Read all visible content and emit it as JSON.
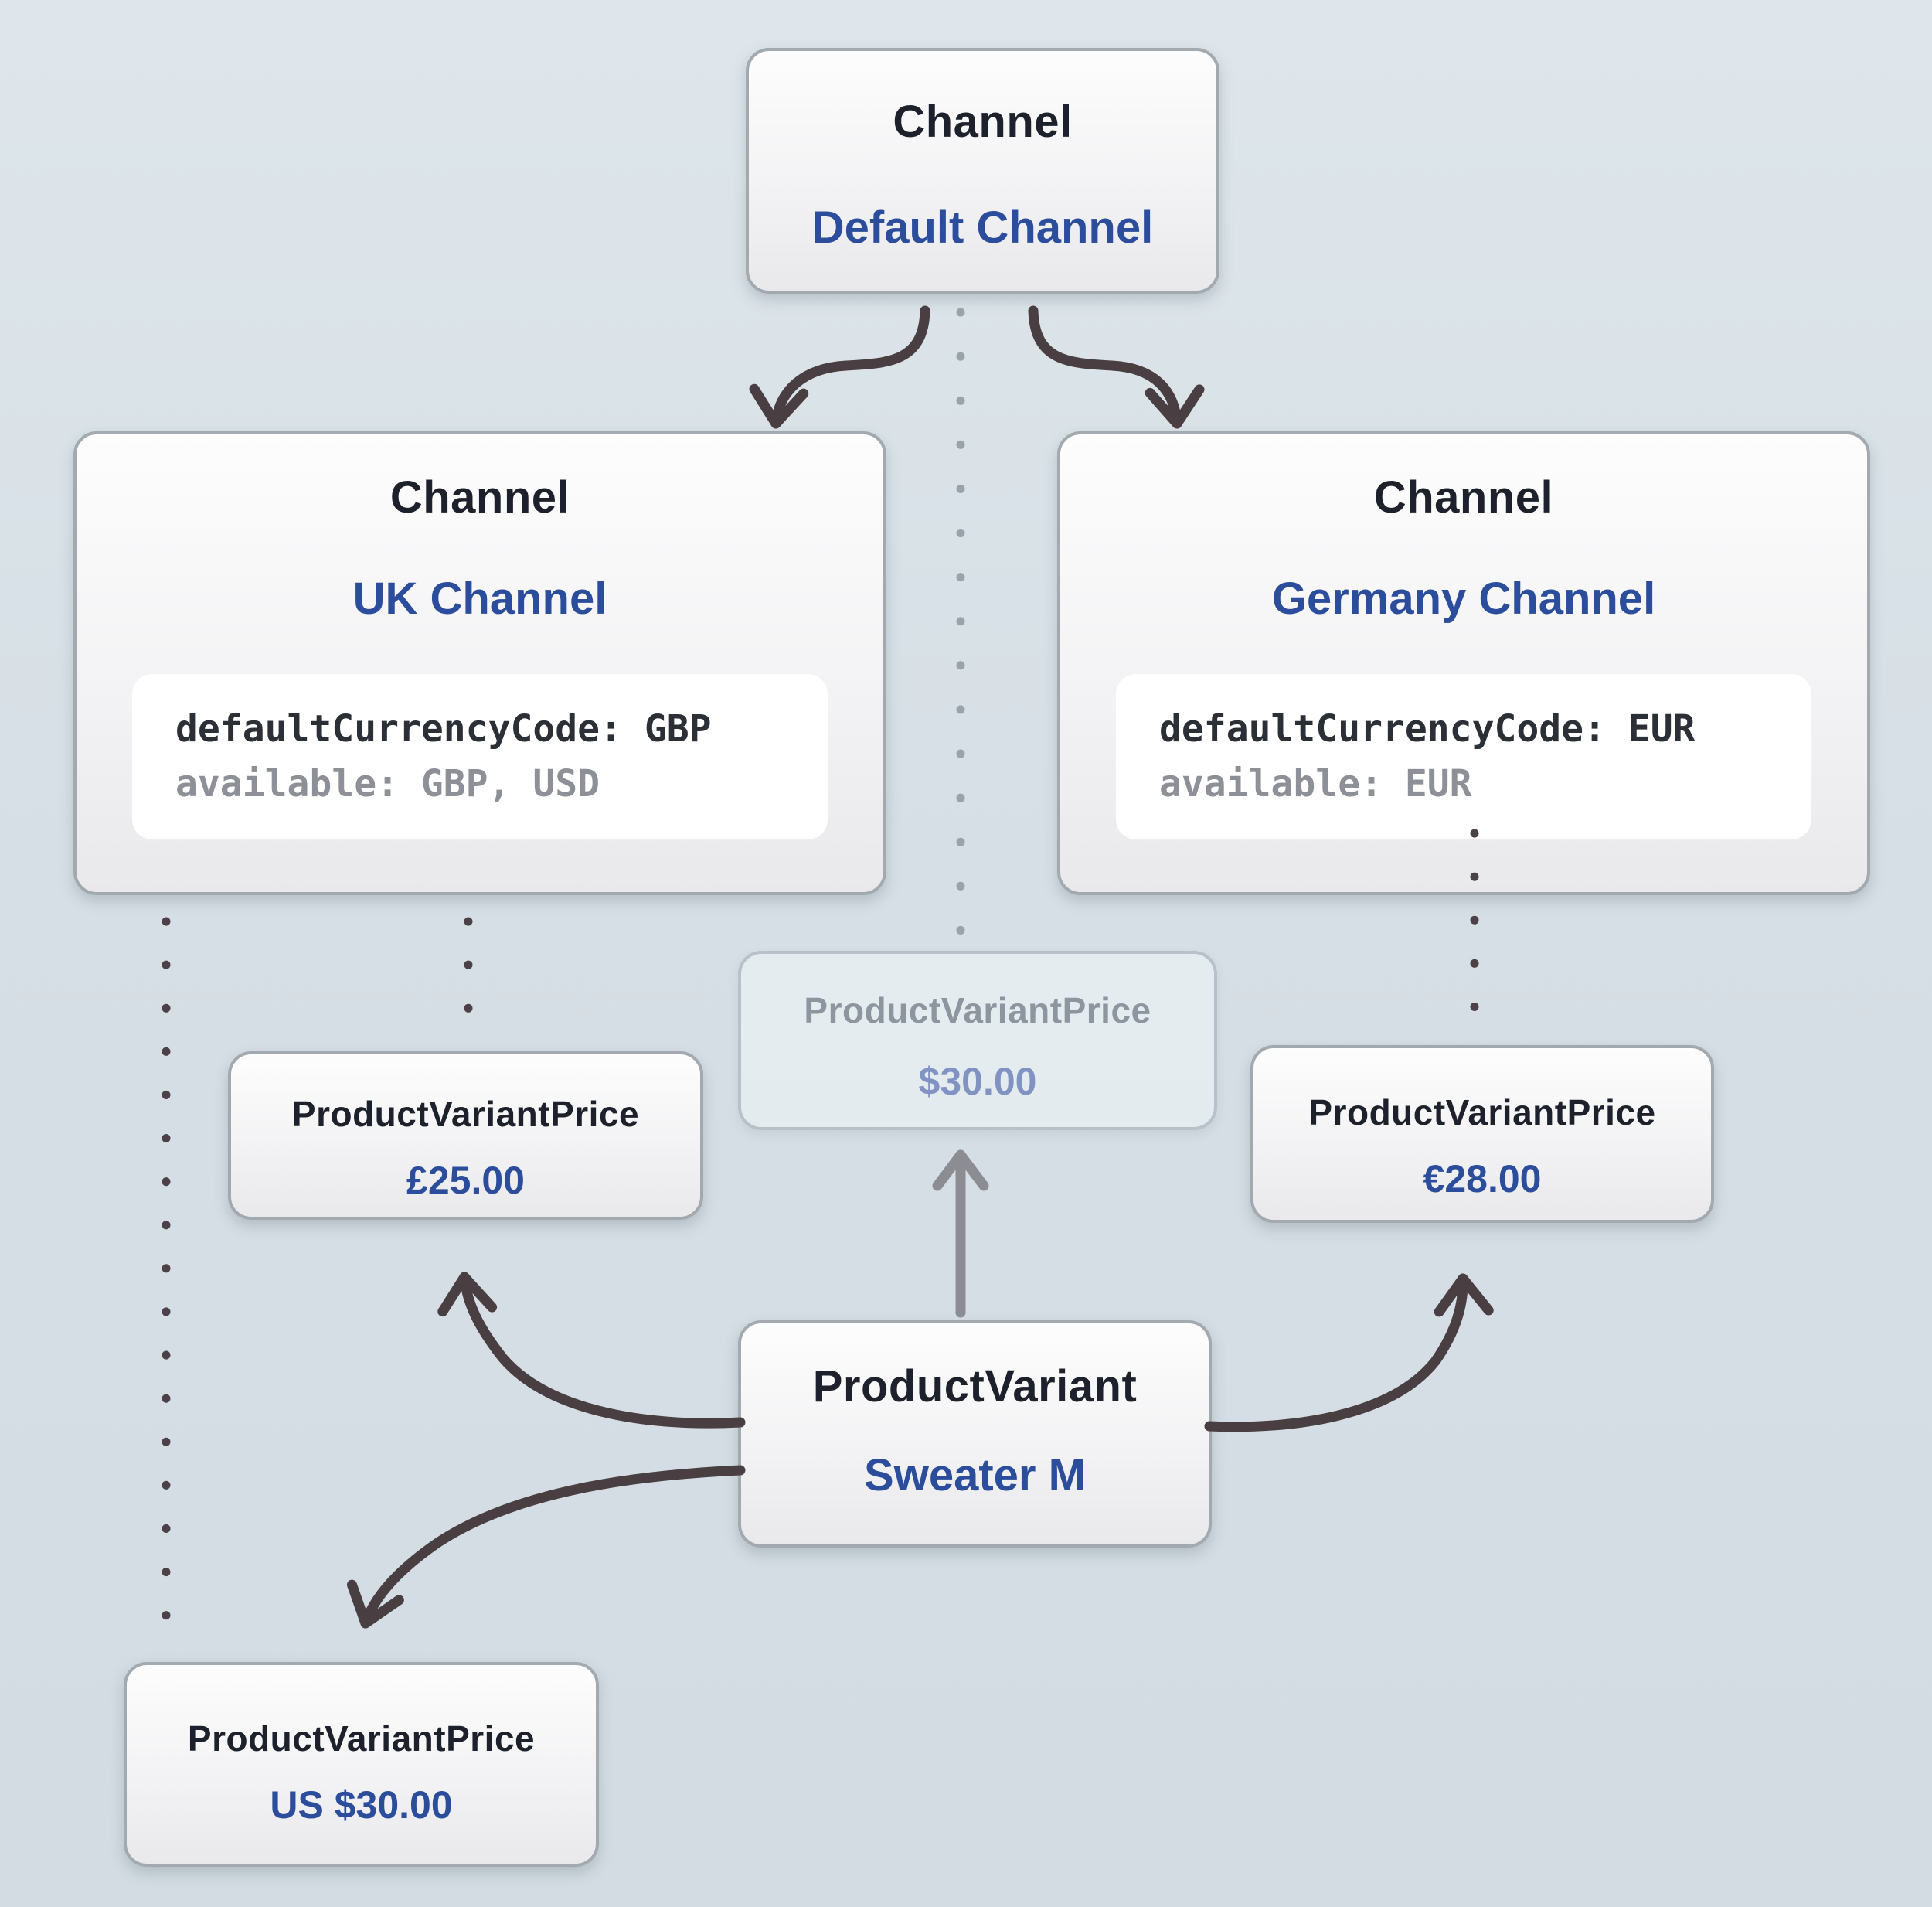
{
  "nodes": {
    "default_channel": {
      "type_label": "Channel",
      "name": "Default Channel"
    },
    "uk_channel": {
      "type_label": "Channel",
      "name": "UK Channel",
      "code": [
        "defaultCurrencyCode: GBP",
        "available: GBP, USD"
      ]
    },
    "germany_channel": {
      "type_label": "Channel",
      "name": "Germany Channel",
      "code": [
        "defaultCurrencyCode: EUR",
        "available: EUR"
      ]
    },
    "default_price": {
      "type_label": "ProductVariantPrice",
      "value": "$30.00"
    },
    "uk_price": {
      "type_label": "ProductVariantPrice",
      "value": "£25.00"
    },
    "germany_price": {
      "type_label": "ProductVariantPrice",
      "value": "€28.00"
    },
    "us_price": {
      "type_label": "ProductVariantPrice",
      "value": "US $30.00"
    },
    "product_variant": {
      "type_label": "ProductVariant",
      "name": "Sweater M"
    }
  },
  "edges": [
    {
      "from": "default_channel",
      "to": "uk_channel",
      "style": "solid-arrow"
    },
    {
      "from": "default_channel",
      "to": "germany_channel",
      "style": "solid-arrow"
    },
    {
      "from": "default_channel",
      "to": "default_price",
      "style": "dotted"
    },
    {
      "from": "uk_channel",
      "to": "uk_price",
      "style": "dotted"
    },
    {
      "from": "uk_channel",
      "to": "us_price",
      "style": "dotted"
    },
    {
      "from": "germany_channel",
      "to": "germany_price",
      "style": "dotted"
    },
    {
      "from": "product_variant",
      "to": "uk_price",
      "style": "solid-arrow"
    },
    {
      "from": "product_variant",
      "to": "us_price",
      "style": "solid-arrow"
    },
    {
      "from": "product_variant",
      "to": "germany_price",
      "style": "solid-arrow"
    },
    {
      "from": "product_variant",
      "to": "default_price",
      "style": "gray-arrow"
    }
  ],
  "colors": {
    "accent_blue": "#2b4d9c",
    "faded_blue": "#8093c2",
    "title_dark": "#1d212b",
    "code_gray": "#8d9197",
    "arrow_dark": "#493e42",
    "arrow_gray": "#8c8c93",
    "dotted_light_gray": "#9aa3a9",
    "box_border": "#a2aab0",
    "background": "#d6dfe5"
  }
}
